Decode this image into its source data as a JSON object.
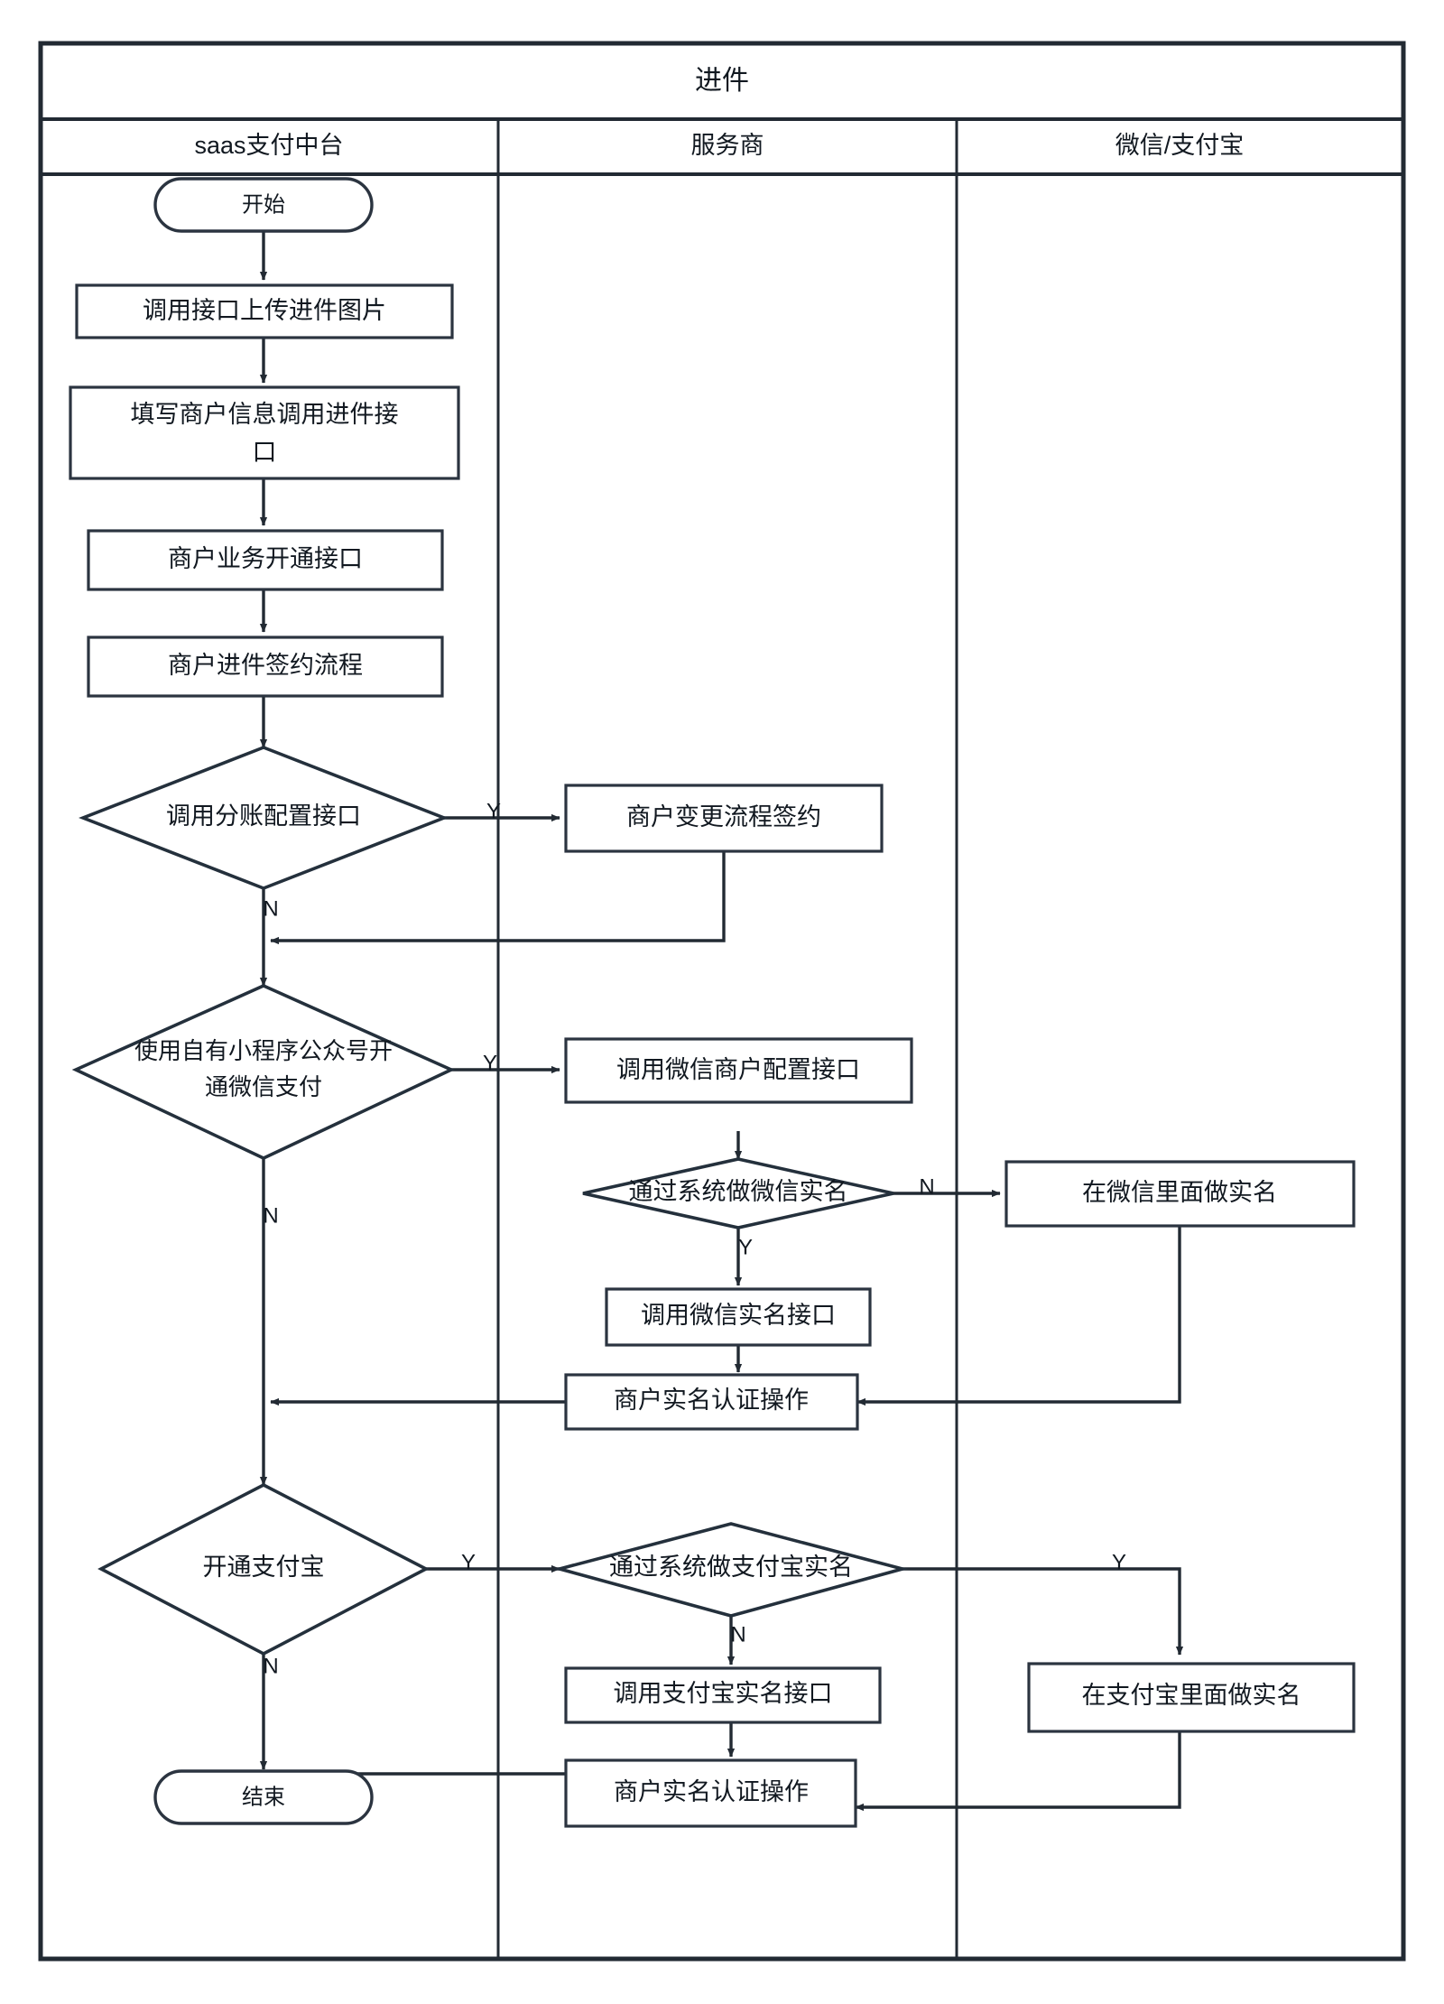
{
  "diagram": {
    "title": "进件",
    "type": "swimlane-flowchart",
    "lanes": [
      {
        "id": "lane-saas",
        "label": "saas支付中台"
      },
      {
        "id": "lane-isv",
        "label": "服务商"
      },
      {
        "id": "lane-channel",
        "label": "微信/支付宝"
      }
    ],
    "colors": {
      "stroke": "#222a33",
      "node_stroke": "#2b3440",
      "fill": "#ffffff",
      "text": "#111820"
    }
  },
  "nodes": {
    "start": {
      "label": "开始",
      "shape": "terminator",
      "lane": "lane-saas"
    },
    "upload_images": {
      "label": "调用接口上传进件图片",
      "shape": "process",
      "lane": "lane-saas"
    },
    "fill_merchant_info": {
      "label": "填写商户信息调用进件接",
      "label2": "口",
      "shape": "process",
      "lane": "lane-saas"
    },
    "open_business_api": {
      "label": "商户业务开通接口",
      "shape": "process",
      "lane": "lane-saas"
    },
    "sign_flow": {
      "label": "商户进件签约流程",
      "shape": "process",
      "lane": "lane-saas"
    },
    "split_config_api": {
      "label": "调用分账配置接口",
      "shape": "decision",
      "lane": "lane-saas"
    },
    "change_sign": {
      "label": "商户变更流程签约",
      "shape": "process",
      "lane": "lane-isv"
    },
    "own_mp_wechat_pay": {
      "label": "使用自有小程序公众号开",
      "label2": "通微信支付",
      "shape": "decision",
      "lane": "lane-saas"
    },
    "wechat_merchant_config": {
      "label": "调用微信商户配置接口",
      "shape": "process",
      "lane": "lane-isv"
    },
    "wechat_realname_by_system": {
      "label": "通过系统做微信实名",
      "shape": "decision",
      "lane": "lane-isv"
    },
    "realname_in_wechat": {
      "label": "在微信里面做实名",
      "shape": "process",
      "lane": "lane-channel"
    },
    "wechat_realname_api": {
      "label": "调用微信实名接口",
      "shape": "process",
      "lane": "lane-isv"
    },
    "merchant_realname_op_1": {
      "label": "商户实名认证操作",
      "shape": "process",
      "lane": "lane-isv"
    },
    "open_alipay": {
      "label": "开通支付宝",
      "shape": "decision",
      "lane": "lane-saas"
    },
    "alipay_realname_by_system": {
      "label": "通过系统做支付宝实名",
      "shape": "decision",
      "lane": "lane-isv"
    },
    "alipay_realname_api": {
      "label": "调用支付宝实名接口",
      "shape": "process",
      "lane": "lane-isv"
    },
    "realname_in_alipay": {
      "label": "在支付宝里面做实名",
      "shape": "process",
      "lane": "lane-channel"
    },
    "merchant_realname_op_2": {
      "label": "商户实名认证操作",
      "shape": "process",
      "lane": "lane-isv"
    },
    "end": {
      "label": "结束",
      "shape": "terminator",
      "lane": "lane-saas"
    }
  },
  "edge_labels": {
    "split_config_yes": "Y",
    "split_config_no": "N",
    "own_mp_yes": "Y",
    "own_mp_no": "N",
    "wechat_realname_no": "N",
    "wechat_realname_yes": "Y",
    "open_alipay_yes": "Y",
    "open_alipay_no": "N",
    "alipay_realname_yes": "Y",
    "alipay_realname_no": "N"
  },
  "chart_data": {
    "type": "table",
    "title": "进件",
    "lanes": [
      "saas支付中台",
      "服务商",
      "微信/支付宝"
    ],
    "edges": [
      {
        "from": "开始",
        "to": "调用接口上传进件图片",
        "label": ""
      },
      {
        "from": "调用接口上传进件图片",
        "to": "填写商户信息调用进件接口",
        "label": ""
      },
      {
        "from": "填写商户信息调用进件接口",
        "to": "商户业务开通接口",
        "label": ""
      },
      {
        "from": "商户业务开通接口",
        "to": "商户进件签约流程",
        "label": ""
      },
      {
        "from": "商户进件签约流程",
        "to": "调用分账配置接口",
        "label": ""
      },
      {
        "from": "调用分账配置接口",
        "to": "商户变更流程签约",
        "label": "Y"
      },
      {
        "from": "调用分账配置接口",
        "to": "使用自有小程序公众号开通微信支付",
        "label": "N"
      },
      {
        "from": "商户变更流程签约",
        "to": "使用自有小程序公众号开通微信支付",
        "label": ""
      },
      {
        "from": "使用自有小程序公众号开通微信支付",
        "to": "调用微信商户配置接口",
        "label": "Y"
      },
      {
        "from": "使用自有小程序公众号开通微信支付",
        "to": "开通支付宝",
        "label": "N"
      },
      {
        "from": "调用微信商户配置接口",
        "to": "通过系统做微信实名",
        "label": ""
      },
      {
        "from": "通过系统做微信实名",
        "to": "在微信里面做实名",
        "label": "N"
      },
      {
        "from": "通过系统做微信实名",
        "to": "调用微信实名接口",
        "label": "Y"
      },
      {
        "from": "调用微信实名接口",
        "to": "商户实名认证操作",
        "label": ""
      },
      {
        "from": "在微信里面做实名",
        "to": "商户实名认证操作",
        "label": ""
      },
      {
        "from": "商户实名认证操作",
        "to": "开通支付宝",
        "label": ""
      },
      {
        "from": "开通支付宝",
        "to": "通过系统做支付宝实名",
        "label": "Y"
      },
      {
        "from": "开通支付宝",
        "to": "结束",
        "label": "N"
      },
      {
        "from": "通过系统做支付宝实名",
        "to": "在支付宝里面做实名",
        "label": "Y"
      },
      {
        "from": "通过系统做支付宝实名",
        "to": "调用支付宝实名接口",
        "label": "N"
      },
      {
        "from": "调用支付宝实名接口",
        "to": "商户实名认证操作",
        "label": ""
      },
      {
        "from": "在支付宝里面做实名",
        "to": "商户实名认证操作",
        "label": ""
      },
      {
        "from": "商户实名认证操作",
        "to": "结束",
        "label": ""
      }
    ]
  }
}
